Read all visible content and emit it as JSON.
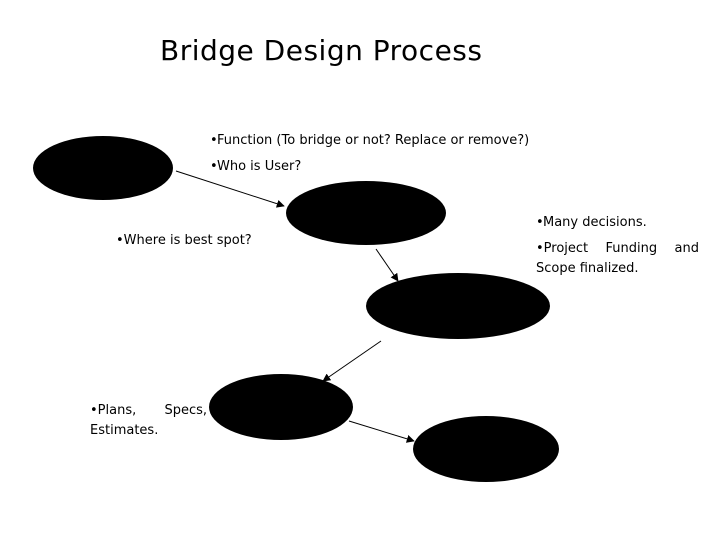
{
  "title": "Bridge Design Process",
  "colors": {
    "ellipse_fill": "#000000",
    "line": "#000000",
    "text": "#000000"
  },
  "notes": {
    "function_block": [
      "Function (To bridge or not? Replace or remove?)",
      "Who is User?"
    ],
    "decisions_block": [
      "Many decisions.",
      "Project Funding and Scope finalized."
    ],
    "location_note": "Where is best spot?",
    "plans_note": "Plans, Specs, Estimates."
  },
  "bullet_glyph": "•"
}
